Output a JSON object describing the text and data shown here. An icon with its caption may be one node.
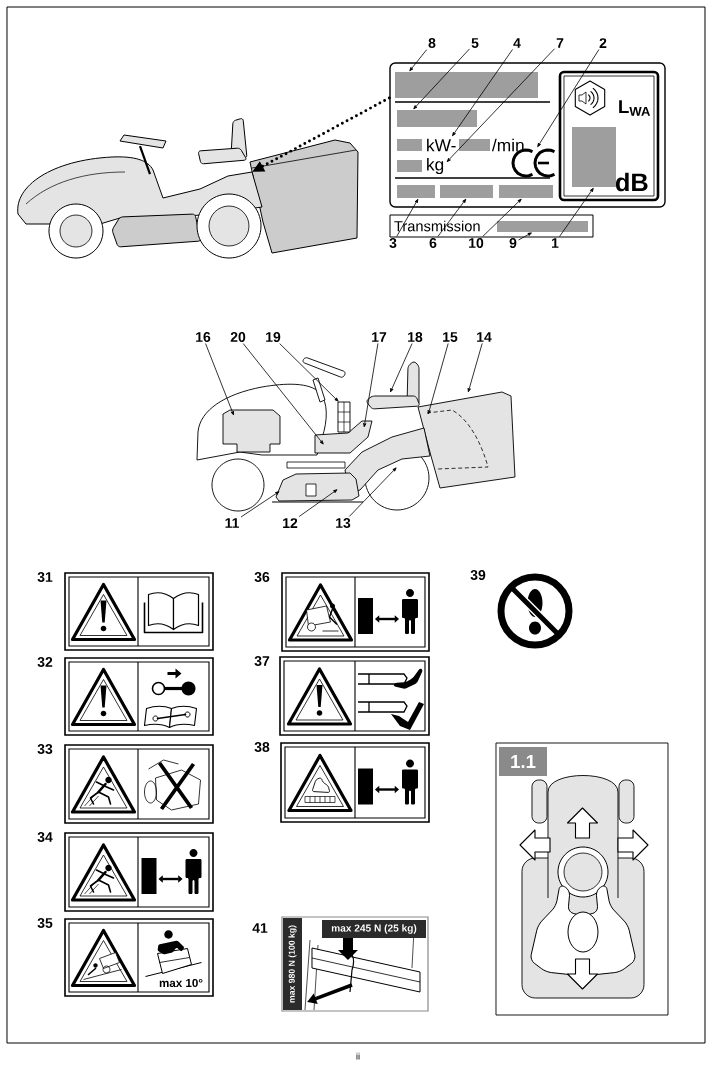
{
  "diagram": {
    "nodes": [
      {
        "text": [
          "8"
        ]
      },
      {
        "text": [
          "5"
        ]
      },
      {
        "text": [
          "4"
        ]
      },
      {
        "text": [
          "7"
        ]
      },
      {
        "text": [
          "2"
        ]
      },
      {
        "text": [],
        "shape": "box"
      },
      {
        "text": [],
        "shape": "box",
        "in": 5
      },
      {
        "text": [],
        "shape": "box",
        "in": 5
      },
      {
        "text": [
          "kW-",
          "/min"
        ],
        "in": 5
      },
      {
        "text": [
          "kg"
        ],
        "in": 5
      },
      {
        "text": [],
        "shape": "picture",
        "in": 5
      },
      {
        "text": [
          "L$_{WA}$",
          "dB"
        ],
        "in": 5
      },
      {
        "text": [],
        "shape": "box",
        "in": 11
      },
      {
        "text": [],
        "shape": "box",
        "in": 5
      },
      {
        "text": [],
        "shape": "box",
        "in": 5
      },
      {
        "text": [],
        "shape": "box",
        "in": 5
      },
      {
        "text": [
          "Transmission"
        ]
      },
      {
        "text": [],
        "shape": "box",
        "in": 16
      },
      {
        "text": [
          "3"
        ]
      },
      {
        "text": [
          "6"
        ]
      },
      {
        "text": [
          "10"
        ]
      },
      {
        "text": [
          "9"
        ]
      },
      {
        "text": [
          "1"
        ]
      },
      {
        "text": [
          "16"
        ]
      },
      {
        "text": [
          "20"
        ]
      },
      {
        "text": [
          "19"
        ]
      },
      {
        "text": [
          "17"
        ]
      },
      {
        "text": [
          "18"
        ]
      },
      {
        "text": [
          "15"
        ]
      },
      {
        "text": [
          "14"
        ]
      },
      {
        "text": [
          "11"
        ]
      },
      {
        "text": [
          "12"
        ]
      },
      {
        "text": [
          "13"
        ]
      }
    ],
    "edges": [
      {
        "from": 5,
        "to": null,
        "arrow": "to",
        "style": "dashed"
      },
      {
        "from": 0,
        "to": 6,
        "arrow": "to"
      },
      {
        "from": 1,
        "to": 7,
        "arrow": "to"
      },
      {
        "from": 2,
        "to": 8,
        "arrow": "to"
      },
      {
        "from": 3,
        "to": 9,
        "arrow": "to"
      },
      {
        "from": 4,
        "to": 10,
        "arrow": "to"
      },
      {
        "from": 18,
        "to": 13,
        "arrow": "to"
      },
      {
        "from": 19,
        "to": 14,
        "arrow": "to"
      },
      {
        "from": 20,
        "to": 15,
        "arrow": "to"
      },
      {
        "from": 21,
        "to": 17,
        "arrow": "to"
      },
      {
        "from": 22,
        "to": 12,
        "arrow": "to"
      },
      {
        "from": 23,
        "to": null,
        "arrow": "to"
      },
      {
        "from": 24,
        "to": null,
        "arrow": "to"
      },
      {
        "from": 25,
        "to": null,
        "arrow": "to"
      },
      {
        "from": 26,
        "to": null,
        "arrow": "to"
      },
      {
        "from": 27,
        "to": null,
        "arrow": "to"
      },
      {
        "from": 28,
        "to": null,
        "arrow": "to"
      },
      {
        "from": 29,
        "to": null,
        "arrow": "to"
      },
      {
        "from": 30,
        "to": null,
        "arrow": "to"
      },
      {
        "from": 31,
        "to": null,
        "arrow": "to"
      },
      {
        "from": 32,
        "to": null,
        "arrow": "to"
      }
    ],
    "labels": [
      "31",
      "36",
      "39",
      "32",
      "37",
      "33",
      "38",
      "1.1",
      "34",
      "35",
      "max 10°",
      "41",
      "max 245 N (25 kg)",
      "max 980 N (100 kg)",
      "ii"
    ]
  }
}
